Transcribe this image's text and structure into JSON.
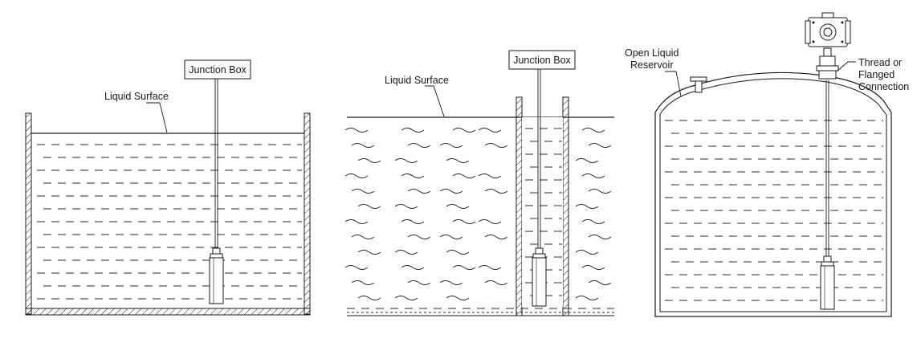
{
  "diagram_1": {
    "junction_box": "Junction Box",
    "liquid_surface": "Liquid Surface"
  },
  "diagram_2": {
    "junction_box": "Junction Box",
    "liquid_surface": "Liquid Surface"
  },
  "diagram_3": {
    "reservoir_label": [
      "Open Liquid",
      "Reservoir"
    ],
    "connection_label": [
      "Thread or",
      "Flanged",
      "Connection"
    ]
  }
}
